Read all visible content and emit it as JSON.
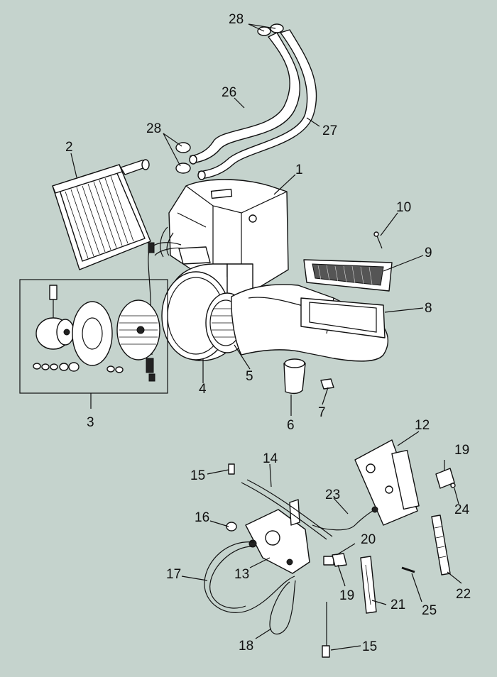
{
  "diagram": {
    "background": "#c5d3cd",
    "line_color": "#111111",
    "callouts": {
      "c1": "1",
      "c2": "2",
      "c3": "3",
      "c4": "4",
      "c5": "5",
      "c6": "6",
      "c7": "7",
      "c8": "8",
      "c9": "9",
      "c10": "10",
      "c12": "12",
      "c13": "13",
      "c14": "14",
      "c15a": "15",
      "c15b": "15",
      "c16": "16",
      "c17": "17",
      "c18": "18",
      "c19a": "19",
      "c19b": "19",
      "c20": "20",
      "c21": "21",
      "c22": "22",
      "c23": "23",
      "c24": "24",
      "c25": "25",
      "c26": "26",
      "c27": "27",
      "c28a": "28",
      "c28b": "28"
    }
  }
}
